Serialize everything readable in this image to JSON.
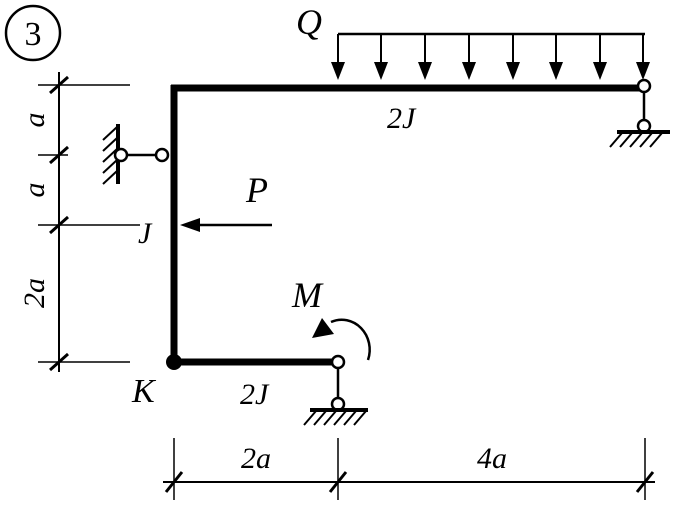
{
  "problem_number": "3",
  "loads": {
    "distributed": "Q",
    "point": "P",
    "moment": "M"
  },
  "stiffness": {
    "top_beam": "2J",
    "column": "J",
    "bottom_beam": "2J"
  },
  "node_label": "K",
  "dimensions": {
    "left_top": "a",
    "left_mid": "a",
    "left_bottom": "2a",
    "bottom_left": "2a",
    "bottom_right": "4a"
  },
  "colors": {
    "ink": "#000000",
    "paper": "#ffffff"
  }
}
